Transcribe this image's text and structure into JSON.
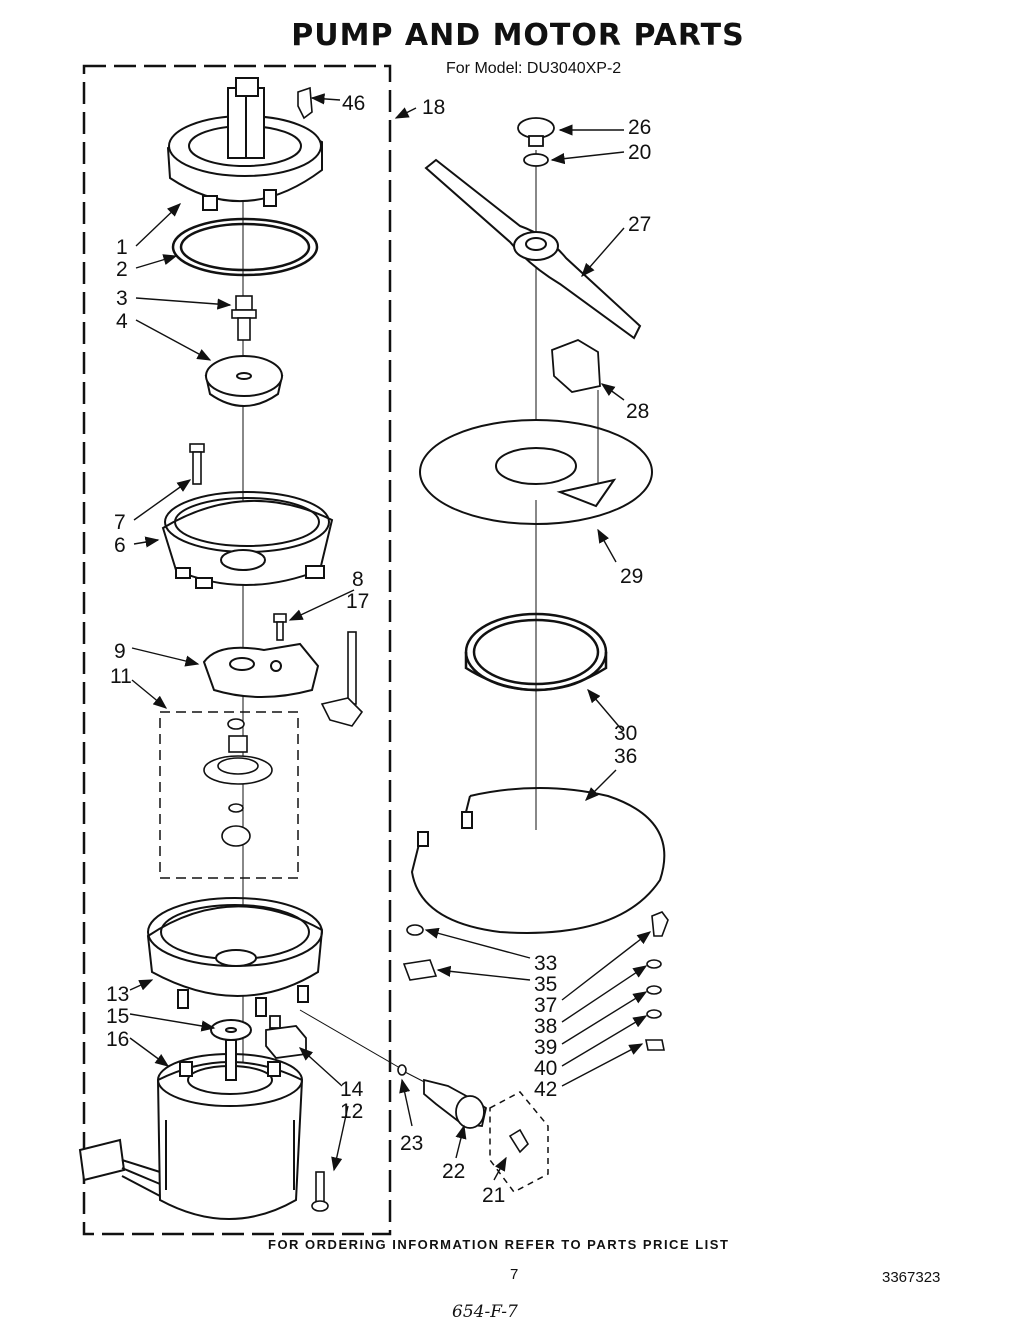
{
  "title": "PUMP AND MOTOR PARTS",
  "model": "For Model: DU3040XP-2",
  "footer": "FOR ORDERING INFORMATION REFER TO PARTS PRICE LIST",
  "page_number": "7",
  "doc_number": "3367323",
  "handwritten_note": "654-F-7",
  "callouts": {
    "c1": "1",
    "c2": "2",
    "c3": "3",
    "c4": "4",
    "c6": "6",
    "c7": "7",
    "c8": "8",
    "c9": "9",
    "c11": "11",
    "c12": "12",
    "c13": "13",
    "c14": "14",
    "c15": "15",
    "c16": "16",
    "c17": "17",
    "c18": "18",
    "c20": "20",
    "c21": "21",
    "c22": "22",
    "c23": "23",
    "c26": "26",
    "c27": "27",
    "c28": "28",
    "c29": "29",
    "c30": "30",
    "c33": "33",
    "c35": "35",
    "c36": "36",
    "c37": "37",
    "c38": "38",
    "c39": "39",
    "c40": "40",
    "c42": "42",
    "c46": "46"
  }
}
